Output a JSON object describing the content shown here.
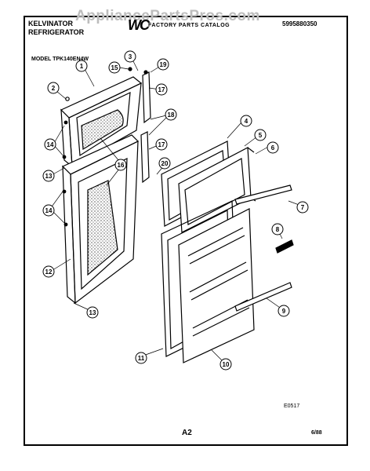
{
  "header": {
    "brand_line1": "KELVINATOR",
    "brand_line2": "REFRIGERATOR",
    "logo_text": "WC",
    "tagline": "FACTORY PARTS CATALOG",
    "part_number": "5995880350",
    "watermark": "AppliancePartsPros.com"
  },
  "model_label": "MODEL TPK140EN4W",
  "footer": {
    "diagram_code": "E0517",
    "page": "A2",
    "date": "6/88"
  },
  "callouts": [
    "1",
    "2",
    "3",
    "4",
    "5",
    "6",
    "7",
    "8",
    "9",
    "10",
    "11",
    "12",
    "13",
    "13",
    "14",
    "14",
    "15",
    "16",
    "16",
    "17",
    "17",
    "18",
    "19",
    "20"
  ]
}
